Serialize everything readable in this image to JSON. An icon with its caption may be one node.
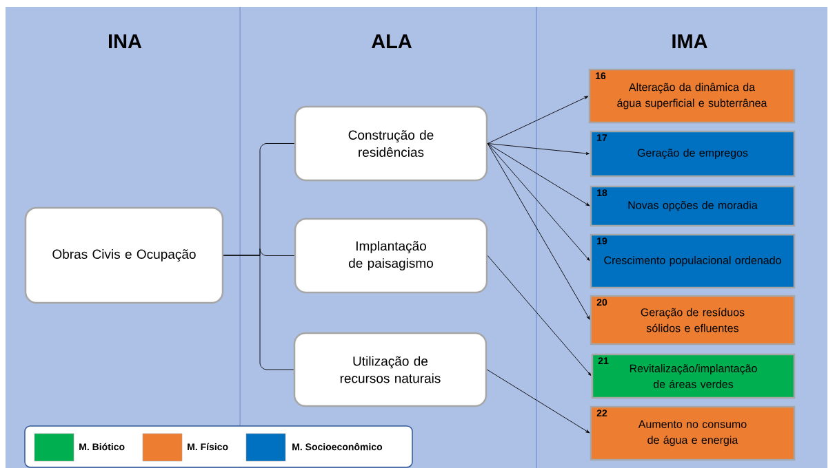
{
  "diagram": {
    "nodes": [
      {
        "text": [
          "Obras Civis e Ocupação"
        ]
      },
      {
        "text": [
          "Construção de residências"
        ]
      },
      {
        "text": [
          "Implantação de paisagismo"
        ]
      },
      {
        "text": [
          "Utilização de recursos naturais"
        ]
      },
      {
        "text": [
          "16",
          "Alteração da dinâmica da água superficial e subterrânea"
        ]
      },
      {
        "text": [
          "17",
          "Geração de empregos"
        ]
      },
      {
        "text": [
          "18",
          "Novas opções de moradia"
        ]
      },
      {
        "text": [
          "19",
          "Crescimento populacional ordenado"
        ]
      },
      {
        "text": [
          "20",
          "Geração de resíduos sólidos e efluentes"
        ]
      },
      {
        "text": [
          "21",
          "Revitalização/implantação de áreas verdes"
        ]
      },
      {
        "text": [
          "22",
          "Aumento no consumo de água e energia"
        ]
      }
    ],
    "edges": [
      {
        "from": 0,
        "to": 1,
        "arrow": "none"
      },
      {
        "from": 0,
        "to": 2,
        "arrow": "none"
      },
      {
        "from": 0,
        "to": 3,
        "arrow": "none"
      },
      {
        "from": 1,
        "to": 4,
        "arrow": "to"
      },
      {
        "from": 1,
        "to": 5,
        "arrow": "to"
      },
      {
        "from": 1,
        "to": 6,
        "arrow": "to"
      },
      {
        "from": 1,
        "to": 7,
        "arrow": "to"
      },
      {
        "from": 1,
        "to": 8,
        "arrow": "to"
      },
      {
        "from": 2,
        "to": 9,
        "arrow": "to"
      },
      {
        "from": 3,
        "to": 10,
        "arrow": "to"
      }
    ],
    "labels": [
      "INA",
      "ALA",
      "IMA"
    ],
    "legend": [
      {
        "text": "M. Biótico",
        "color": "#00b050"
      },
      {
        "text": "M. Físico",
        "color": "#ed7d31"
      },
      {
        "text": "M. Socioeconômico",
        "color": "#0070c0"
      }
    ]
  }
}
